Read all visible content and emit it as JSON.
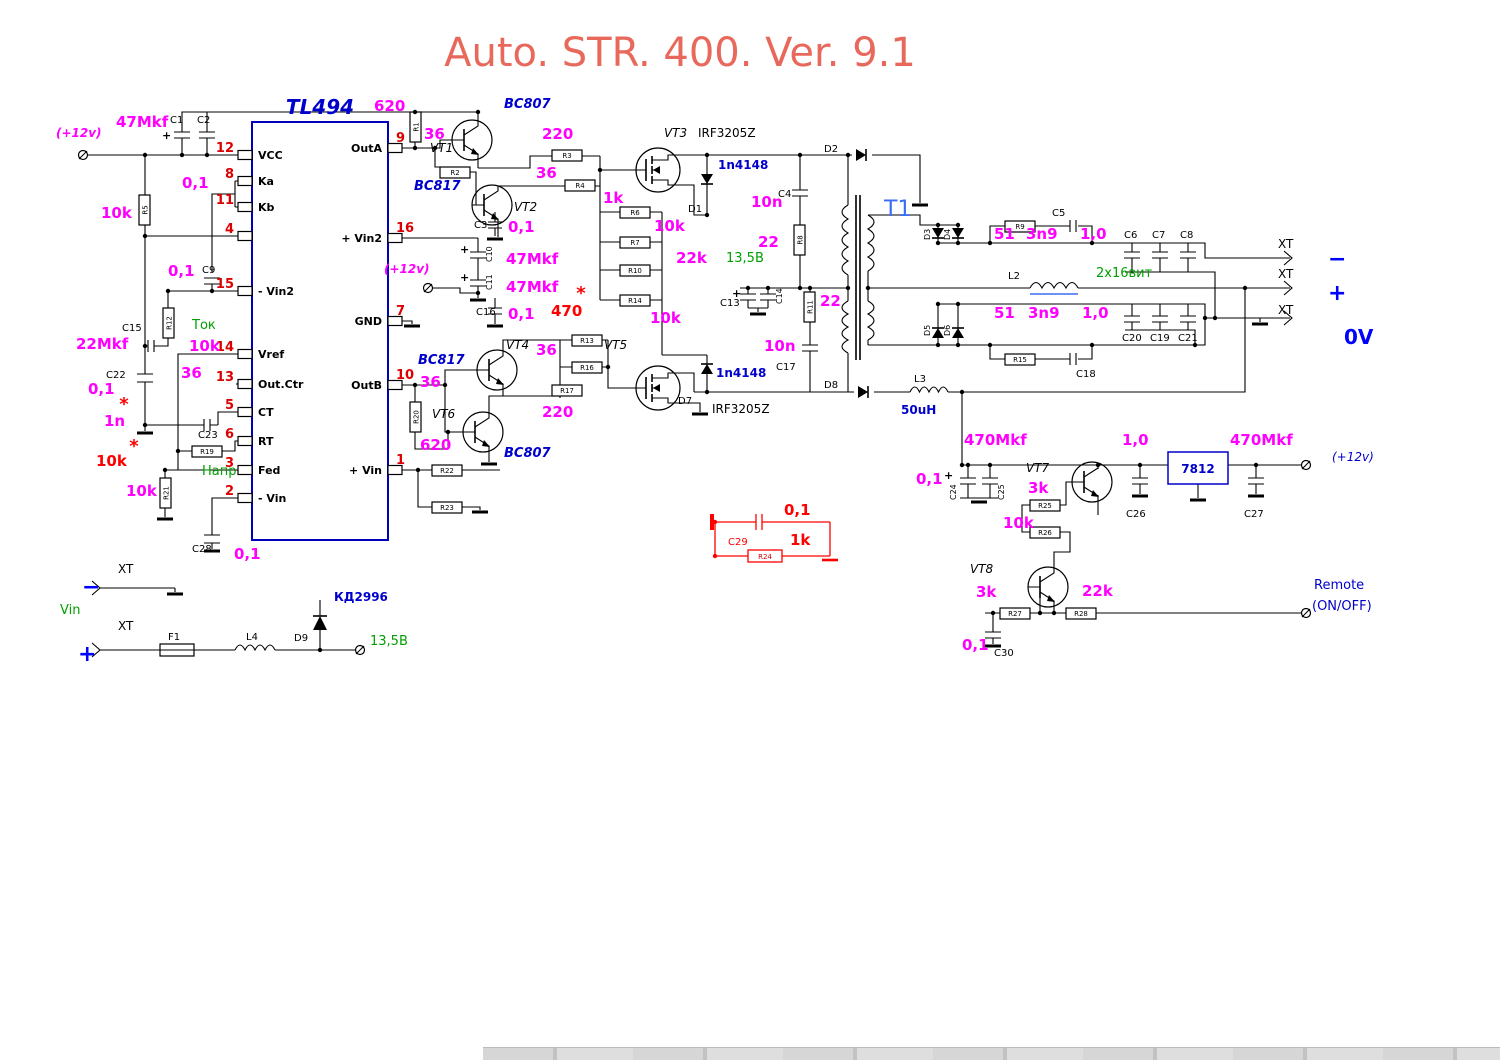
{
  "title": "Auto. STR. 400. Ver. 9.1",
  "sym": {
    "plus": "+",
    "minus": "−",
    "star": "*"
  },
  "ic": {
    "name": "TL494",
    "left_pins": [
      {
        "n": "12",
        "l": "VCC"
      },
      {
        "n": "8",
        "l": "Ka"
      },
      {
        "n": "11",
        "l": "Kb"
      },
      {
        "n": "4",
        "l": ""
      },
      {
        "n": "15",
        "l": "- Vin2"
      },
      {
        "n": "14",
        "l": "Vref"
      },
      {
        "n": "13",
        "l": "Out.Ctr"
      },
      {
        "n": "5",
        "l": "CT"
      },
      {
        "n": "6",
        "l": "RT"
      },
      {
        "n": "3",
        "l": "Fed"
      },
      {
        "n": "2",
        "l": "- Vin"
      }
    ],
    "right_pins": [
      {
        "n": "9",
        "l": "OutA"
      },
      {
        "n": "16",
        "l": "+ Vin2"
      },
      {
        "n": "7",
        "l": "GND"
      },
      {
        "n": "10",
        "l": "OutB"
      },
      {
        "n": "1",
        "l": "+ Vin"
      }
    ]
  },
  "r": {
    "r1": "R1",
    "r2": "R2",
    "r3": "R3",
    "r4": "R4",
    "r5": "R5",
    "r6": "R6",
    "r7": "R7",
    "r8": "R8",
    "r9": "R9",
    "r10": "R10",
    "r11": "R11",
    "r12": "R12",
    "r13": "R13",
    "r14": "R14",
    "r15": "R15",
    "r16": "R16",
    "r17": "R17",
    "r19": "R19",
    "r20": "R20",
    "r21": "R21",
    "r22": "R22",
    "r23": "R23",
    "r24": "R24",
    "r25": "R25",
    "r26": "R26",
    "r27": "R27",
    "r28": "R28"
  },
  "c": {
    "c1": "C1",
    "c2": "C2",
    "c3": "C3",
    "c4": "C4",
    "c5": "C5",
    "c6": "C6",
    "c7": "C7",
    "c8": "C8",
    "c9": "C9",
    "c10": "C10",
    "c11": "C11",
    "c13": "C13",
    "c14": "C14",
    "c15": "C15",
    "c16": "C16",
    "c17": "C17",
    "c18": "C18",
    "c19": "C19",
    "c20": "C20",
    "c21": "C21",
    "c22": "C22",
    "c23": "C23",
    "c24": "C24",
    "c25": "C25",
    "c26": "C26",
    "c27": "C27",
    "c28": "C28",
    "c29": "C29",
    "c30": "C30"
  },
  "d": {
    "d1": "D1",
    "d2": "D2",
    "d3": "D3",
    "d4": "D4",
    "d5": "D5",
    "d6": "D6",
    "d7": "D7",
    "d8": "D8",
    "d9": "D9",
    "n4148": "1n4148",
    "kd": "КД2996"
  },
  "q": {
    "vt1": "VT1",
    "vt2": "VT2",
    "vt3": "VT3",
    "vt4": "VT4",
    "vt5": "VT5",
    "vt6": "VT6",
    "vt7": "VT7",
    "vt8": "VT8",
    "bc807": "BC807",
    "bc817": "BC817",
    "irf": "IRF3205Z",
    "u7812": "7812"
  },
  "m": {
    "t1": "T1",
    "l2": "L2",
    "l2t": "2x16вит",
    "l3": "L3",
    "l3v": "50uH",
    "l4": "L4",
    "f1": "F1"
  },
  "v": {
    "c47": "47Mkf",
    "r01": "0,1",
    "k10": "10k",
    "m22": "22Mkf",
    "r36": "36",
    "n1": "1n",
    "r620": "620",
    "r220": "220",
    "k1": "1k",
    "k22": "22k",
    "r470": "470",
    "n10": "10n",
    "v22": "22",
    "r51": "51",
    "n39": "3n9",
    "u10": "1,0",
    "c470": "470Mkf",
    "k3": "3k"
  },
  "net": {
    "p12": "(+12v)",
    "v135": "13,5В",
    "zv": "0V",
    "xt": "XT",
    "vin": "Vin",
    "tok": "Ток",
    "napr": "Напр",
    "rem": "Remote",
    "onoff": "(ON/OFF)"
  }
}
